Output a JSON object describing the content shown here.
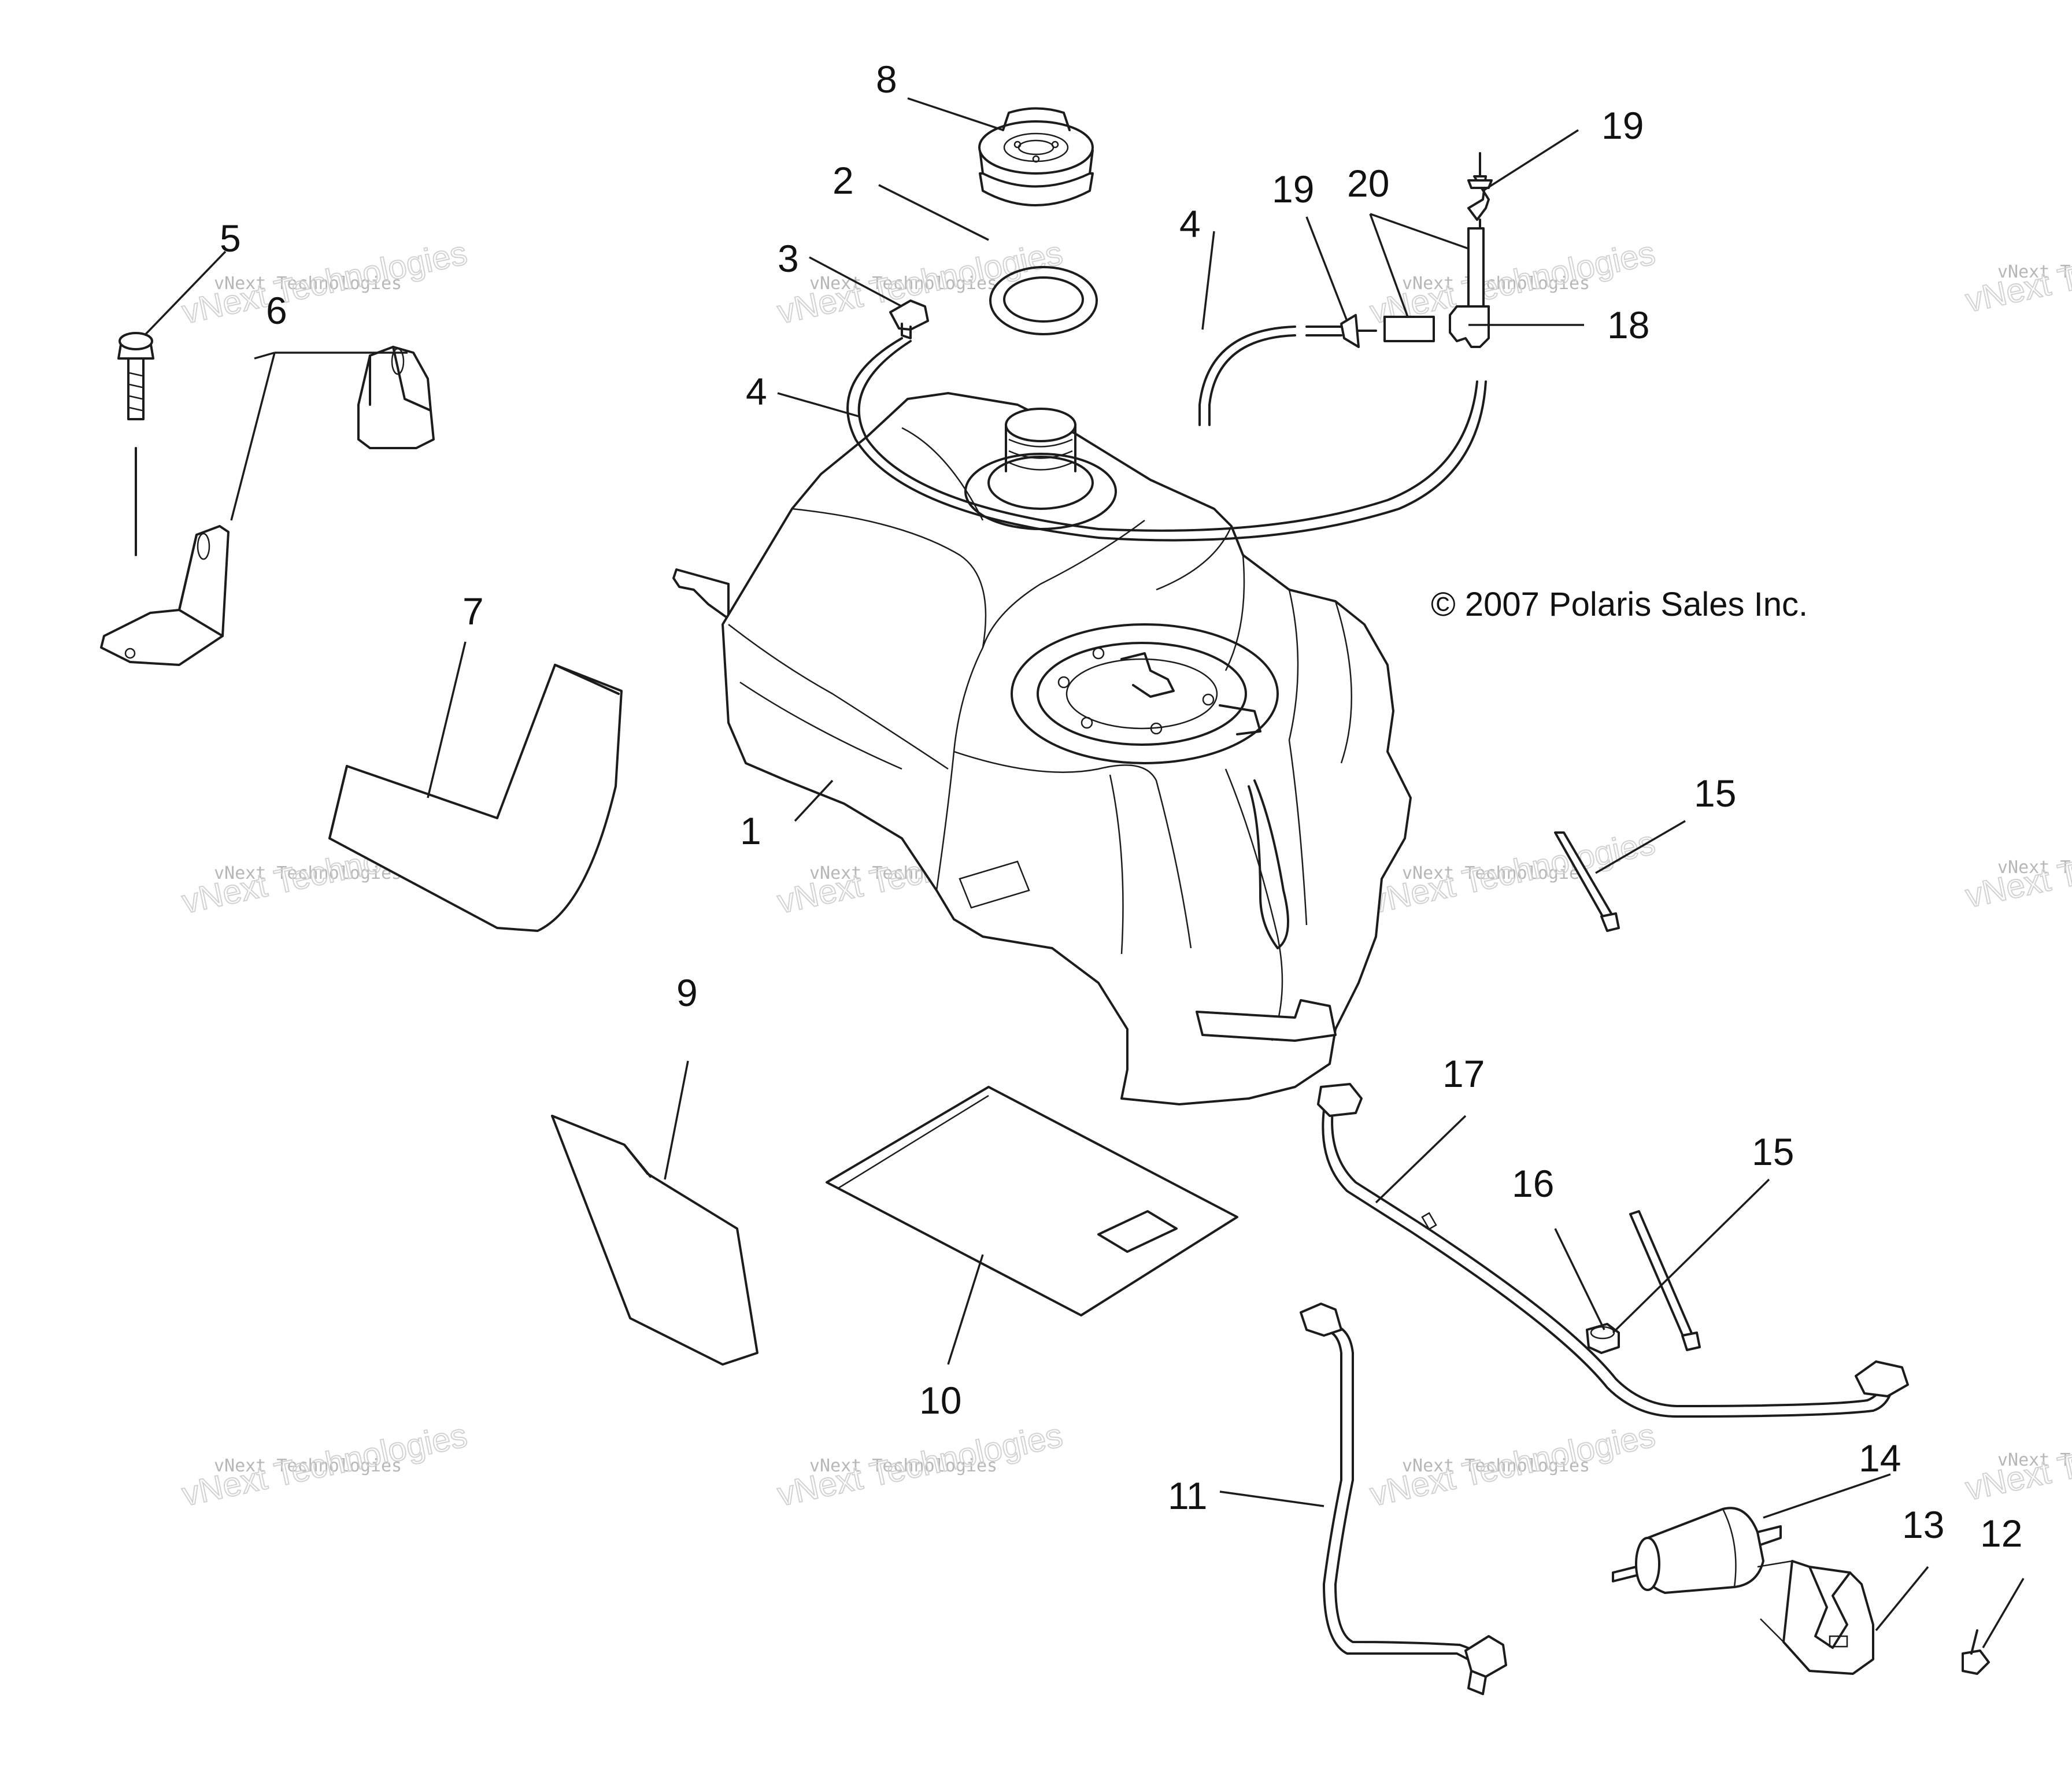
{
  "copyright": "© 2007 Polaris Sales Inc.",
  "watermark": {
    "line1": "vNext Technologies",
    "line2": "vNext Technologies"
  },
  "callouts": {
    "c1": "1",
    "c2": "2",
    "c3": "3",
    "c4a": "4",
    "c4b": "4",
    "c5": "5",
    "c6": "6",
    "c7": "7",
    "c8": "8",
    "c9": "9",
    "c10": "10",
    "c11": "11",
    "c12": "12",
    "c13": "13",
    "c14": "14",
    "c15a": "15",
    "c15b": "15",
    "c16": "16",
    "c17": "17",
    "c18": "18",
    "c19a": "19",
    "c19b": "19",
    "c20": "20"
  },
  "colors": {
    "line": "#1c1c1c",
    "background": "#ffffff",
    "watermark": "#b7b7b7"
  }
}
